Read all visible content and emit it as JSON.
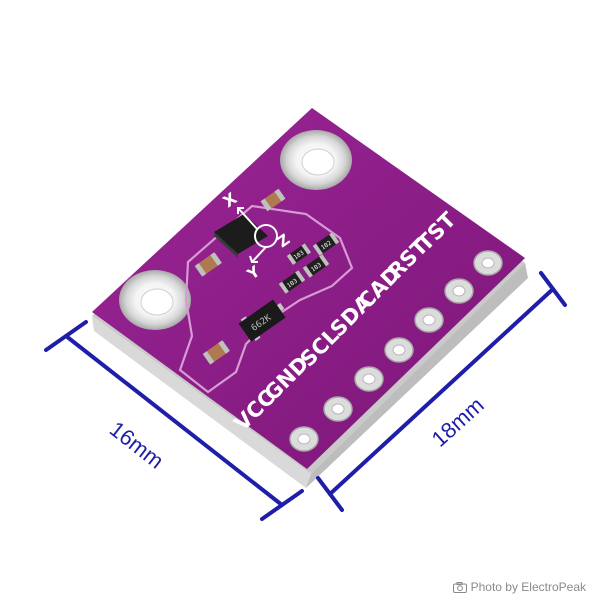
{
  "pins": [
    "TST",
    "RST",
    "CAD",
    "SDA",
    "SCL",
    "GND",
    "VCC"
  ],
  "axes": {
    "x": "X",
    "y": "Y",
    "z": "Z"
  },
  "chip_marking": "662K",
  "resistor_codes": [
    "103",
    "103",
    "103",
    "102"
  ],
  "dimensions": {
    "width": "16mm",
    "length": "18mm"
  },
  "credit": "Photo by ElectroPeak",
  "colors": {
    "board": "#8a1c86",
    "board_edge": "#c8c8c8",
    "dimension_lines": "#1e1ea8",
    "silkscreen": "#ffffff"
  },
  "icons": {
    "credit": "camera-icon"
  }
}
